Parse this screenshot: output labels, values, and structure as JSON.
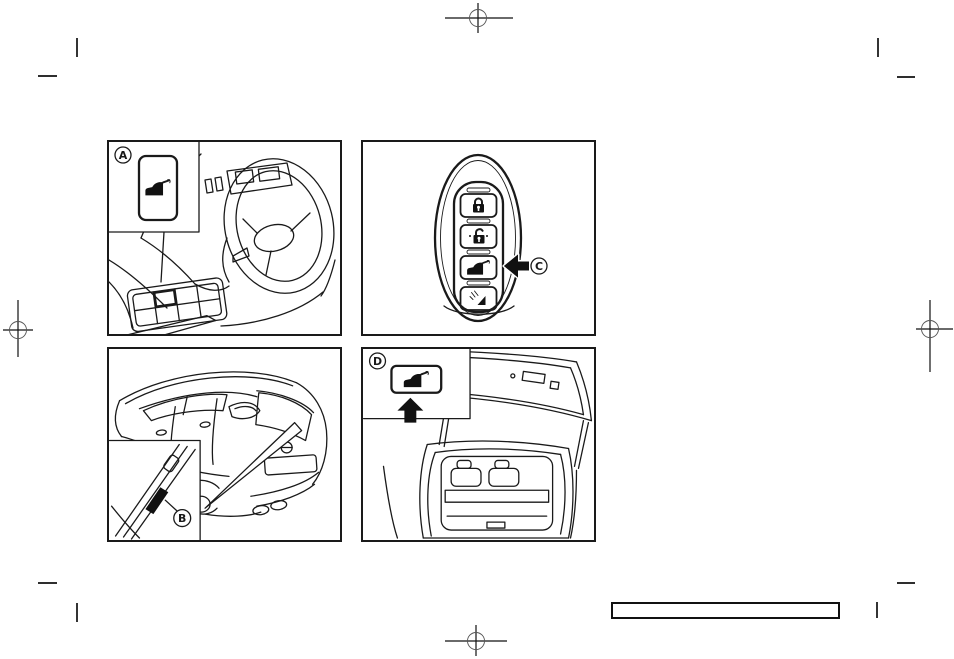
{
  "colors": {
    "line": "#1a1a1a",
    "icon_fill": "#111111",
    "background": "#ffffff"
  },
  "figures": {
    "a": {
      "label": "A",
      "button_icon": "liftgate-open-icon"
    },
    "b": {
      "label": "B",
      "switch_icon": "liftgate-request-switch"
    },
    "c": {
      "label": "C",
      "key_button_icons": [
        "lock-icon",
        "unlock-icon",
        "liftgate-open-icon",
        "panic-icon"
      ]
    },
    "d": {
      "label": "D",
      "button_icon": "liftgate-open-icon",
      "arrow_icon": "up-arrow-icon"
    }
  }
}
